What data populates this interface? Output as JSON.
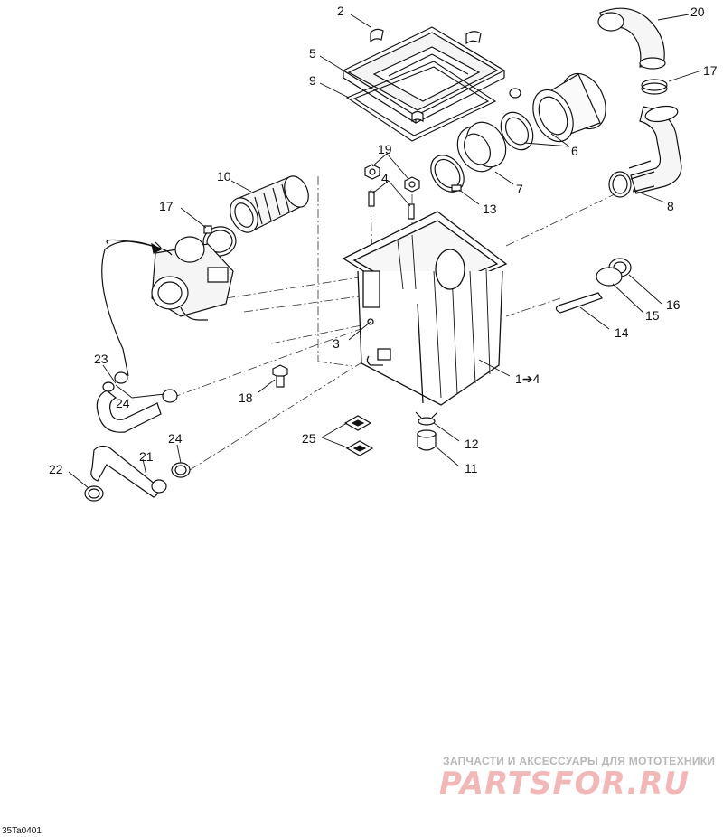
{
  "diagram": {
    "callouts": [
      {
        "id": "c2",
        "text": "2"
      },
      {
        "id": "c5",
        "text": "5"
      },
      {
        "id": "c9",
        "text": "9"
      },
      {
        "id": "c20",
        "text": "20"
      },
      {
        "id": "c17a",
        "text": "17"
      },
      {
        "id": "c19",
        "text": "19"
      },
      {
        "id": "c4",
        "text": "4"
      },
      {
        "id": "c6",
        "text": "6"
      },
      {
        "id": "c10",
        "text": "10"
      },
      {
        "id": "c7",
        "text": "7"
      },
      {
        "id": "c13",
        "text": "13"
      },
      {
        "id": "c8",
        "text": "8"
      },
      {
        "id": "c17b",
        "text": "17"
      },
      {
        "id": "c3",
        "text": "3"
      },
      {
        "id": "c16",
        "text": "16"
      },
      {
        "id": "c15",
        "text": "15"
      },
      {
        "id": "c14",
        "text": "14"
      },
      {
        "id": "c23",
        "text": "23"
      },
      {
        "id": "c1to4",
        "text": "1➔4"
      },
      {
        "id": "c18",
        "text": "18"
      },
      {
        "id": "c24a",
        "text": "24"
      },
      {
        "id": "c25",
        "text": "25"
      },
      {
        "id": "c12",
        "text": "12"
      },
      {
        "id": "c11",
        "text": "11"
      },
      {
        "id": "c24b",
        "text": "24"
      },
      {
        "id": "c21",
        "text": "21"
      },
      {
        "id": "c22",
        "text": "22"
      }
    ],
    "ref_code": "35Ta0401"
  },
  "watermark": {
    "tagline": "ЗАПЧАСТИ И АКСЕССУАРЫ ДЛЯ МОТОТЕХНИКИ",
    "brand": "PARTSFOR.RU",
    "brand_color": "#f2b7b7"
  }
}
